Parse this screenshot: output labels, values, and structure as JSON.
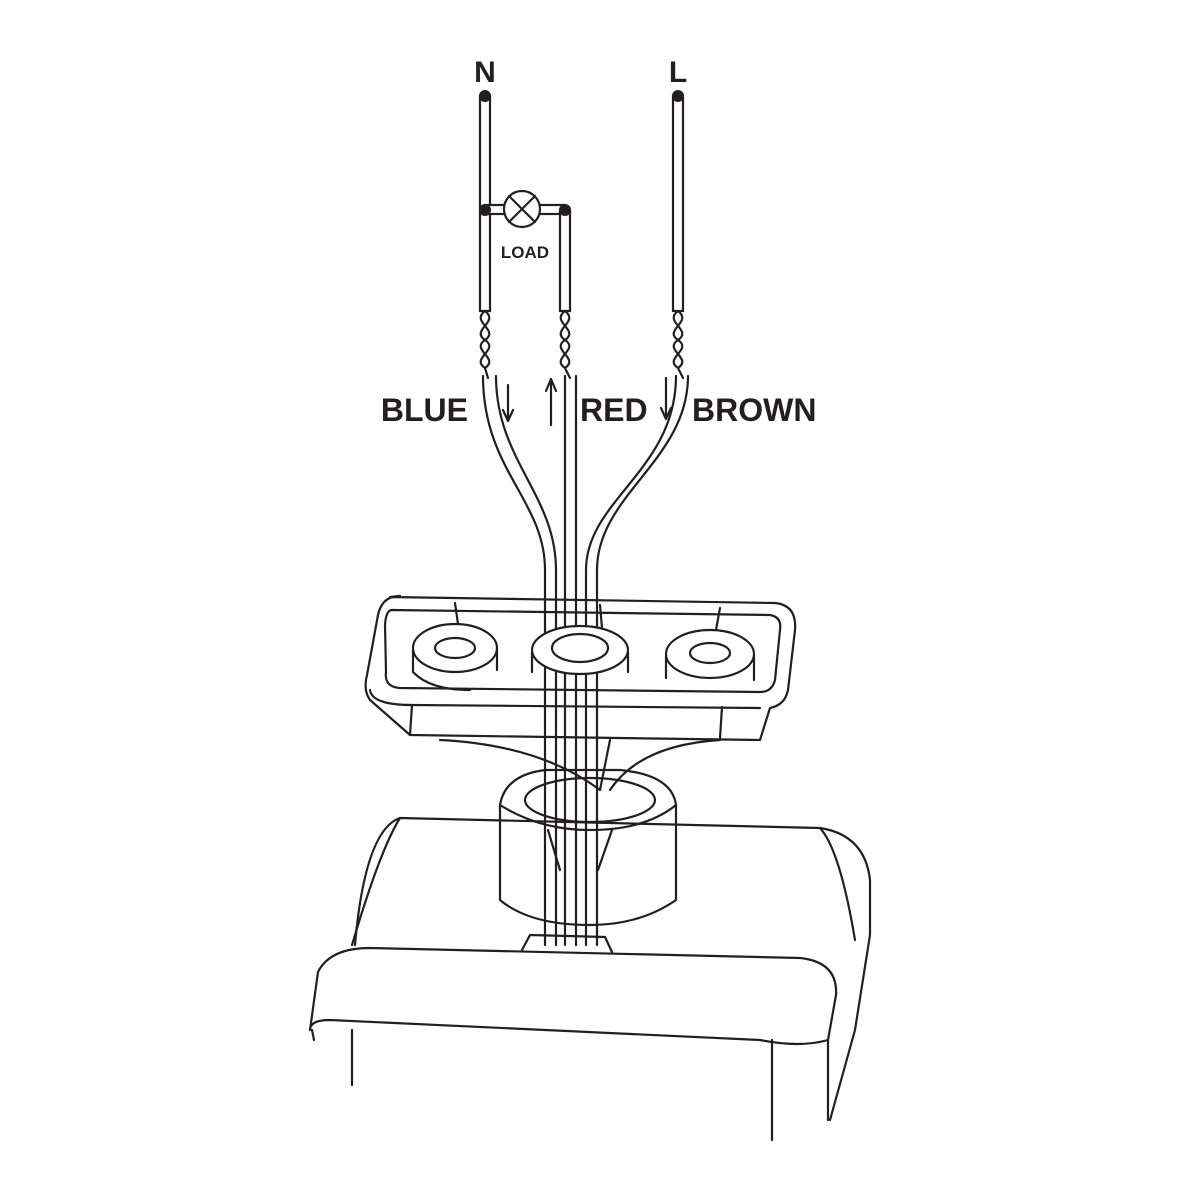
{
  "terminals": {
    "neutral": "N",
    "live": "L"
  },
  "load_label": "LOAD",
  "wires": {
    "blue": "BLUE",
    "red": "RED",
    "brown": "BROWN"
  },
  "colors": {
    "line": "#231f20",
    "background": "#ffffff"
  }
}
